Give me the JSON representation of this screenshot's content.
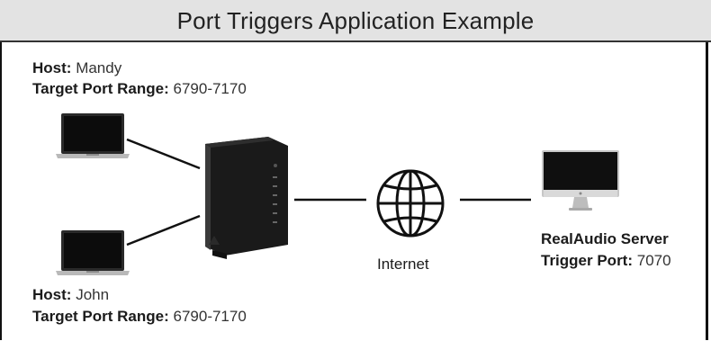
{
  "title": "Port Triggers Application Example",
  "host_top": {
    "host_label": "Host:",
    "host_name": "Mandy",
    "range_label": "Target Port Range:",
    "range_value": "6790-7170"
  },
  "host_bottom": {
    "host_label": "Host:",
    "host_name": "John",
    "range_label": "Target Port Range:",
    "range_value": "6790-7170"
  },
  "internet_label": "Internet",
  "server": {
    "name": "RealAudio Server",
    "trigger_label": "Trigger Port:",
    "trigger_value": "7070"
  },
  "colors": {
    "title_bg": "#e3e3e3",
    "device": "#1c1c1c",
    "line": "#111111"
  },
  "icons": [
    "laptop-icon",
    "router-icon",
    "globe-icon",
    "desktop-monitor-icon"
  ]
}
